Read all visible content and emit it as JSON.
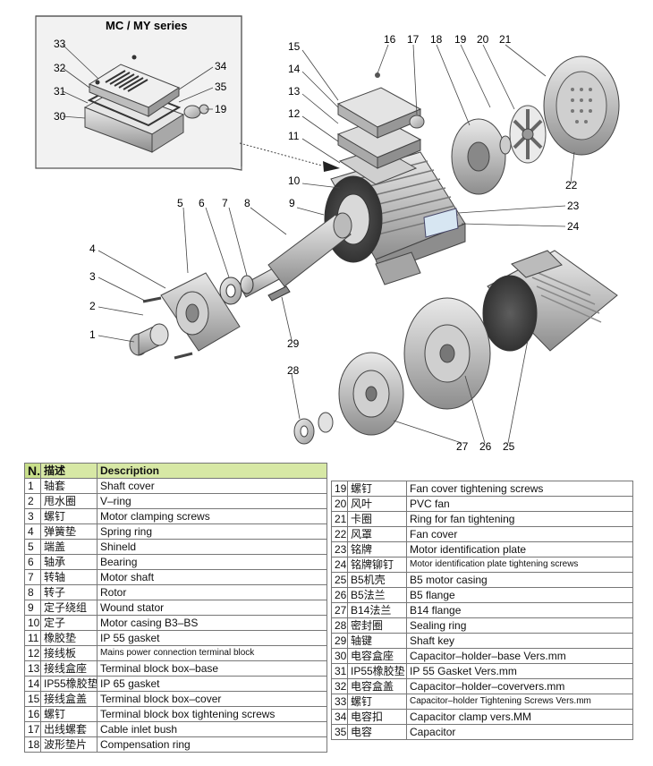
{
  "inset": {
    "title": "MC / MY series"
  },
  "callouts": [
    "1",
    "2",
    "3",
    "4",
    "5",
    "6",
    "7",
    "8",
    "9",
    "10",
    "11",
    "12",
    "13",
    "14",
    "15",
    "16",
    "17",
    "18",
    "19",
    "20",
    "21",
    "22",
    "23",
    "24",
    "25",
    "26",
    "27",
    "28",
    "29",
    "30",
    "31",
    "32",
    "33",
    "34",
    "35"
  ],
  "table": {
    "header": {
      "num": "N.",
      "zh": "描述",
      "en": "Description"
    },
    "left_rows": [
      {
        "n": "1",
        "zh": "轴套",
        "en": "Shaft cover"
      },
      {
        "n": "2",
        "zh": "甩水圈",
        "en": "V–ring"
      },
      {
        "n": "3",
        "zh": "螺钉",
        "en": "Motor clamping screws"
      },
      {
        "n": "4",
        "zh": "弹簧垫",
        "en": "Spring ring"
      },
      {
        "n": "5",
        "zh": "端盖",
        "en": "Shineld"
      },
      {
        "n": "6",
        "zh": "轴承",
        "en": "Bearing"
      },
      {
        "n": "7",
        "zh": "转轴",
        "en": "Motor shaft"
      },
      {
        "n": "8",
        "zh": "转子",
        "en": "Rotor"
      },
      {
        "n": "9",
        "zh": "定子绕组",
        "en": "Wound stator"
      },
      {
        "n": "10",
        "zh": "定子",
        "en": "Motor casing B3–BS"
      },
      {
        "n": "11",
        "zh": "橡胶垫",
        "en": "IP 55 gasket"
      },
      {
        "n": "12",
        "zh": "接线板",
        "en": "Mains power connection terminal block"
      },
      {
        "n": "13",
        "zh": "接线盒座",
        "en": "Terminal block box–base"
      },
      {
        "n": "14",
        "zh": "IP55橡胶垫",
        "en": "IP 65 gasket"
      },
      {
        "n": "15",
        "zh": "接线盒盖",
        "en": "Terminal block box–cover"
      },
      {
        "n": "16",
        "zh": "螺钉",
        "en": "Terminal block box tightening screws"
      },
      {
        "n": "17",
        "zh": "出线螺套",
        "en": "Cable inlet bush"
      },
      {
        "n": "18",
        "zh": "波形垫片",
        "en": "Compensation ring"
      }
    ],
    "right_rows": [
      {
        "n": "19",
        "zh": "螺钉",
        "en": "Fan cover tightening screws"
      },
      {
        "n": "20",
        "zh": "风叶",
        "en": "PVC fan"
      },
      {
        "n": "21",
        "zh": "卡圈",
        "en": "Ring for fan tightening"
      },
      {
        "n": "22",
        "zh": "风罩",
        "en": "Fan cover"
      },
      {
        "n": "23",
        "zh": "铭牌",
        "en": "Motor identification plate"
      },
      {
        "n": "24",
        "zh": "铭牌铆钉",
        "en": "Motor identification plate tightening screws"
      },
      {
        "n": "25",
        "zh": "B5机壳",
        "en": "B5 motor casing"
      },
      {
        "n": "26",
        "zh": "B5法兰",
        "en": "B5 flange"
      },
      {
        "n": "27",
        "zh": "B14法兰",
        "en": "B14 flange"
      },
      {
        "n": "28",
        "zh": "密封圈",
        "en": "Sealing ring"
      },
      {
        "n": "29",
        "zh": "轴键",
        "en": "Shaft key"
      },
      {
        "n": "30",
        "zh": "电容盒座",
        "en": "Capacitor–holder–base Vers.mm"
      },
      {
        "n": "31",
        "zh": "IP55橡胶垫",
        "en": "IP 55 Gasket Vers.mm"
      },
      {
        "n": "32",
        "zh": "电容盒盖",
        "en": "Capacitor–holder–coververs.mm"
      },
      {
        "n": "33",
        "zh": "螺钉",
        "en": "Capacitor–holder Tightening Screws Vers.mm"
      },
      {
        "n": "34",
        "zh": "电容扣",
        "en": "Capacitor clamp vers.MM"
      },
      {
        "n": "35",
        "zh": "电容",
        "en": "Capacitor"
      }
    ]
  }
}
